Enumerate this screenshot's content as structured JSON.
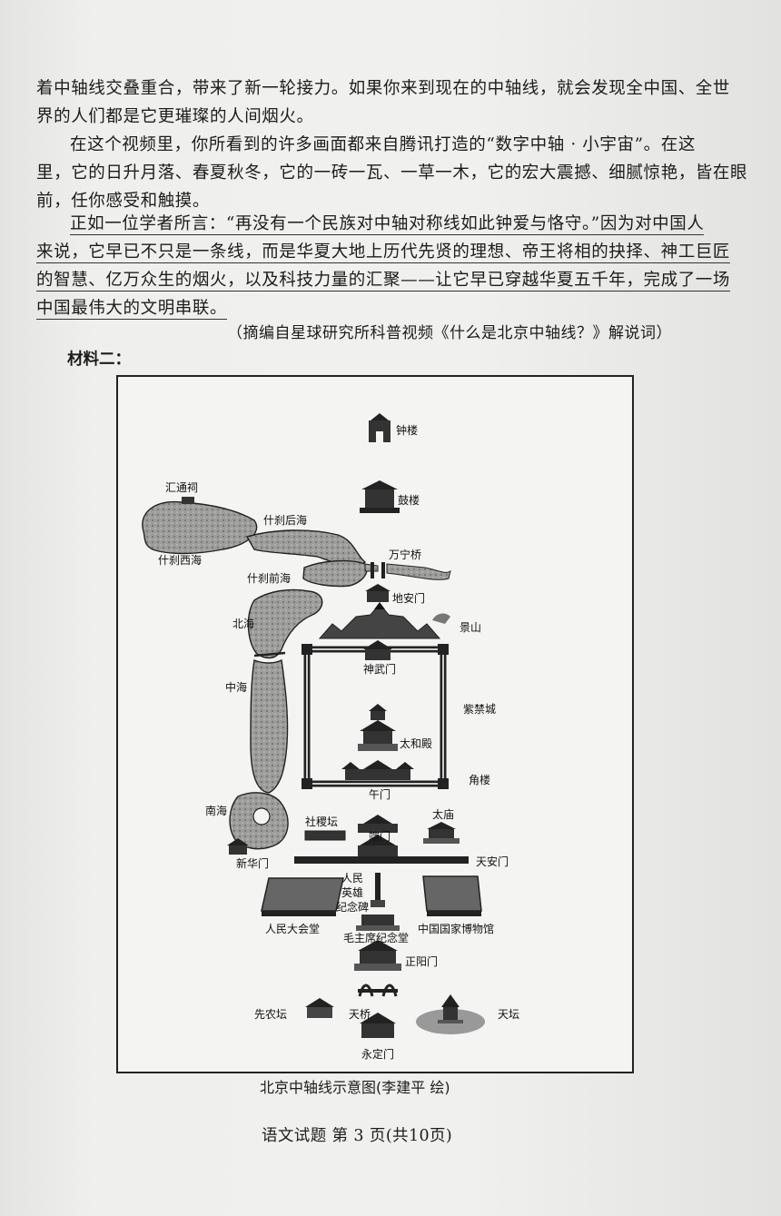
{
  "paragraphs": {
    "p1": [
      "着中轴线交叠重合，带来了新一轮接力。如果你来到现在的中轴线，就会发现全中国、全世",
      "界的人们都是它更璀璨的人间烟火。"
    ],
    "p2": [
      "在这个视频里，你所看到的许多画面都来自腾讯打造的“数字中轴 · 小宇宙”。在这",
      "里，它的日升月落、春夏秋冬，它的一砖一瓦、一草一木，它的宏大震撼、细腻惊艳，皆在眼",
      "前，任你感受和触摸。"
    ],
    "p3": [
      "正如一位学者所言：“再没有一个民族对中轴对称线如此钟爱与恪守。”因为对中国人",
      "来说，它早已不只是一条线，而是华夏大地上历代先贤的理想、帝王将相的抉择、神工巨匠",
      "的智慧、亿万众生的烟火，以及科技力量的汇聚——让它早已穿越华夏五千年，完成了一场",
      "中国最伟大的文明串联。"
    ]
  },
  "source": "（摘编自星球研究所科普视频《什么是北京中轴线？》解说词）",
  "material_heading": "材料二：",
  "map": {
    "labels": {
      "zhonglou": "钟楼",
      "gulou": "鼓楼",
      "huitongci": "汇通祠",
      "shichahouhai": "什刹后海",
      "shichaxihai": "什刹西海",
      "wanningqiao": "万宁桥",
      "shichaqianhai": "什刹前海",
      "dianmen": "地安门",
      "beihai": "北海",
      "jingshan": "景山",
      "shenwumen": "神武门",
      "zhonghai": "中海",
      "zijincheng": "紫禁城",
      "taihedian": "太和殿",
      "jiaolou": "角楼",
      "wumen": "午门",
      "nanhai": "南海",
      "shejitan": "社稷坛",
      "taimiao": "太庙",
      "duanmen": "端门",
      "xinhuamen": "新华门",
      "tiananmen": "天安门",
      "monument_1": "人民",
      "monument_2": "英雄",
      "monument_3": "纪念碑",
      "greathall": "人民大会堂",
      "mausoleum": "毛主席纪念堂",
      "museum": "中国国家博物馆",
      "zhengyangmen": "正阳门",
      "xiannongtan": "先农坛",
      "tianqiao": "天桥",
      "tiantan": "天坛",
      "yongdingmen": "永定门"
    }
  },
  "caption": "北京中轴线示意图(李建平  绘)",
  "footer": "语文试题 第 3 页(共10页)"
}
